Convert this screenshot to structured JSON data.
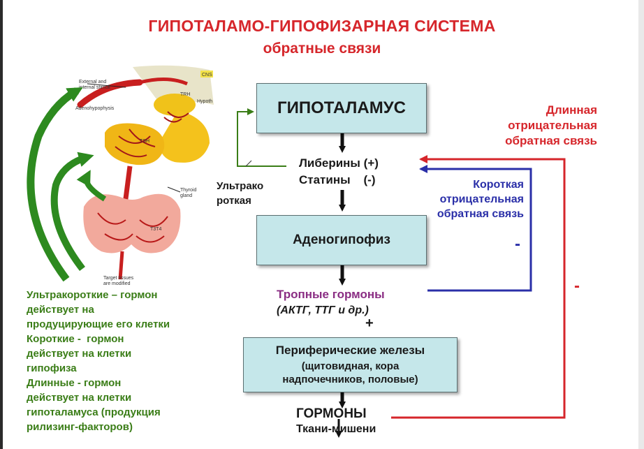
{
  "title": {
    "line1": "ГИПОТАЛАМО-ГИПОФИЗАРНАЯ СИСТЕМА",
    "line2": "обратные связи"
  },
  "flow": {
    "hypothalamus": "ГИПОТАЛАМУС",
    "liberins": "Либерины (+)",
    "statins": "Статины    (-)",
    "adenohypophysis": "Аденогипофиз",
    "tropic_hormones": "Тропные гормоны",
    "tropic_examples": "(АКТГ, ТТГ и др.)",
    "plus": "+",
    "peripheral_title": "Периферические железы",
    "peripheral_sub1": "(щитовидная, кора",
    "peripheral_sub2": "надпочечников, половые)",
    "hormones": "ГОРМОНЫ",
    "target_tissues": "Ткани-мишени"
  },
  "feedback": {
    "ultrashort_line1": "Ультрако",
    "ultrashort_line2": "роткая",
    "long_line1": "Длинная",
    "long_line2": "отрицательная",
    "long_line3": "обратная связь",
    "short_line1": "Короткая",
    "short_line2": "отрицательная",
    "short_line3": "обратная связь",
    "minus_short": "-",
    "minus_long": "-"
  },
  "legend": [
    "Ультракороткие – гормон",
    "действует на",
    "продуцирующие его клетки",
    "Короткие -  гормон",
    "действует на клетки",
    "гипофиза",
    "Длинные - гормон",
    "действует на клетки",
    "гипоталамуса (продукция",
    "рилизинг-факторов)"
  ],
  "illustration": {
    "label_external": "External and",
    "label_internal": "internal stimuli",
    "label_adenohypophysis": "Adenohypophysis",
    "label_trh": "TRH",
    "label_tsh": "TSH",
    "label_hypoth": "Hypoth",
    "label_cns": "CNS",
    "label_thyroid1": "Thyroid",
    "label_thyroid2": "gland",
    "label_t3t4": "T3T4",
    "label_target1": "Target tissues",
    "label_target2": "are modified"
  },
  "colors": {
    "title": "#d6262b",
    "long_feedback": "#d6262b",
    "short_feedback": "#2a2fa8",
    "ultrashort_feedback": "#3a7d17",
    "box_fill": "#c5e7ea",
    "tropic": "#8a2d83"
  }
}
